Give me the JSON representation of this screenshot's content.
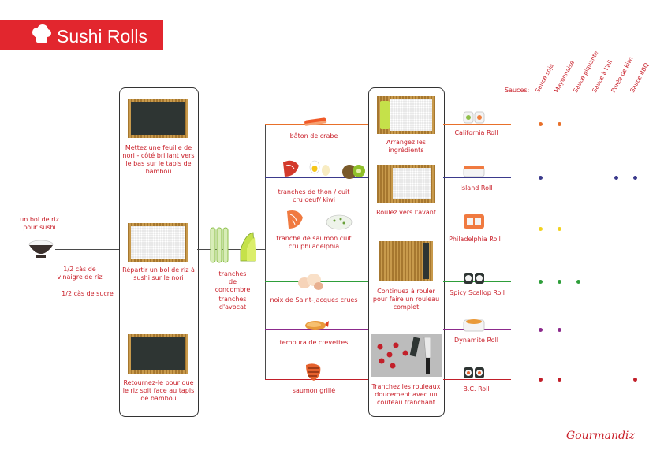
{
  "header": {
    "title": "Sushi Rolls"
  },
  "left": {
    "bowl_label": "un bol de riz pour sushi",
    "vinegar_label": "1/2 càs de vinaigre de riz",
    "sugar_label": "1/2 càs de sucre"
  },
  "prep_steps": [
    "Mettez une feuille de nori - côté brillant vers le bas sur le tapis de bambou",
    "Répartir un bol de riz à sushi sur le nori",
    "Retournez-le pour que le riz soit face au tapis de bambou"
  ],
  "middle": {
    "cucumber_label": "tranches de concombre",
    "avocado_label": "tranches d'avocat"
  },
  "fillings": [
    "bâton de crabe",
    "tranches de thon / cuit cru oeuf/ kiwi",
    "tranche de saumon cuit cru philadelphia",
    "noix de Saint-Jacques crues",
    "tempura de crevettes",
    "saumon grillé"
  ],
  "roll_steps": [
    "Arrangez les ingrédients",
    "Roulez vers l'avant",
    "Continuez à rouler pour faire un rouleau complet",
    "Tranchez les rouleaux doucement avec un couteau tranchant"
  ],
  "rolls": [
    {
      "name": "California Roll",
      "color": "#e8702a"
    },
    {
      "name": "Island Roll",
      "color": "#3b3a8c"
    },
    {
      "name": "Philadelphia Roll",
      "color": "#f2d21f"
    },
    {
      "name": "Spicy Scallop Roll",
      "color": "#2e9e3a"
    },
    {
      "name": "Dynamite Roll",
      "color": "#8c2a8c"
    },
    {
      "name": "B.C. Roll",
      "color": "#c21f2a"
    }
  ],
  "sauces": {
    "label": "Sauces:",
    "names": [
      "Sauce soja",
      "Mayonnaise",
      "Sauce piquante",
      "Sauce à l'ail",
      "Purée de kiwi",
      "Sauce BBQ"
    ],
    "matrix": [
      [
        1,
        1,
        0,
        0,
        0,
        0
      ],
      [
        1,
        0,
        0,
        0,
        1,
        1
      ],
      [
        1,
        1,
        0,
        0,
        0,
        0
      ],
      [
        1,
        1,
        1,
        0,
        0,
        0
      ],
      [
        1,
        1,
        0,
        0,
        0,
        0
      ],
      [
        1,
        1,
        0,
        0,
        0,
        1
      ]
    ]
  },
  "brand": "Gourmandiz"
}
